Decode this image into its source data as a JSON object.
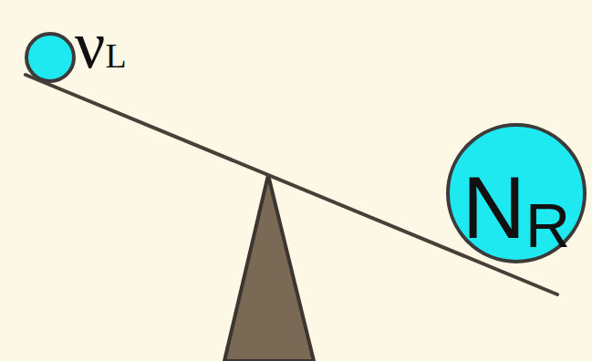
{
  "diagram": {
    "nodes": [
      {
        "text": [
          "ν",
          "L"
        ]
      },
      {
        "text": [
          "N",
          "R"
        ]
      }
    ]
  }
}
